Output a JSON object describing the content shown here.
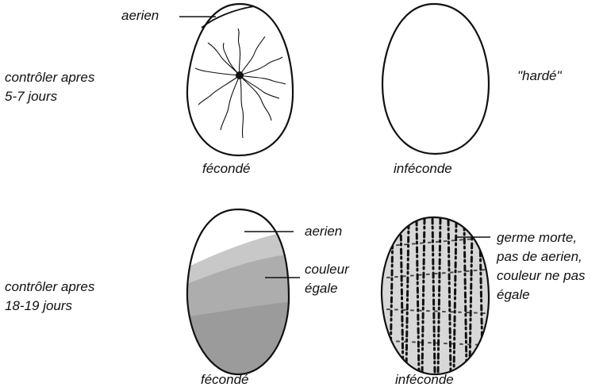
{
  "row1": {
    "check_label": [
      "contrôler apres",
      "5-7 jours"
    ],
    "air_label": "aerien",
    "hard_label": "\"hardé\"",
    "left_caption": "fécondé",
    "right_caption": "inféconde"
  },
  "row2": {
    "check_label": [
      "contrôler apres",
      "18-19 jours"
    ],
    "air_label": "aerien",
    "color_label": [
      "couleur",
      "égale"
    ],
    "dead_label": [
      "germe morte,",
      "pas de aerien,",
      "couleur ne pas",
      "égale"
    ],
    "left_caption": "fécondé",
    "right_caption": "inféconde"
  },
  "colors": {
    "ink": "#111111",
    "background": "#ffffff"
  }
}
